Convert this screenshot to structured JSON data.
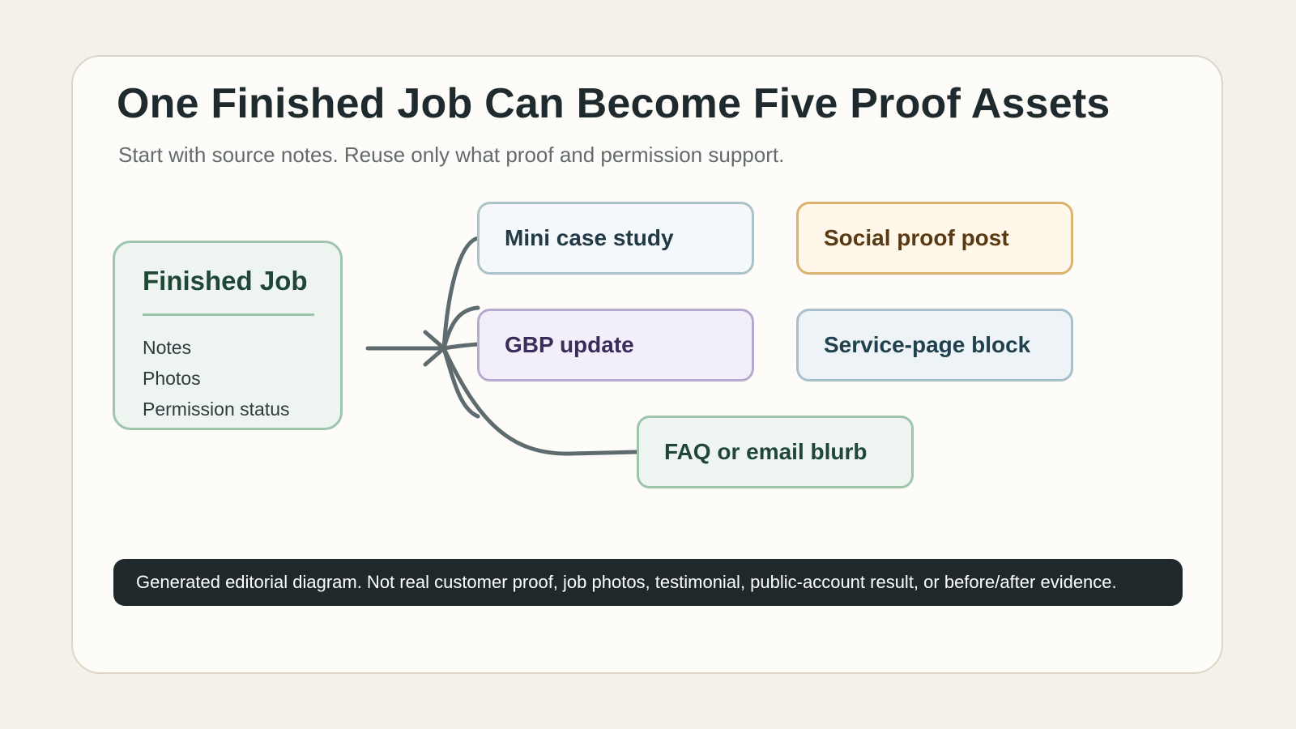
{
  "title": "One Finished Job Can Become Five Proof Assets",
  "subtitle": "Start with source notes. Reuse only what proof and permission support.",
  "source": {
    "title": "Finished Job",
    "items": [
      "Notes",
      "Photos",
      "Permission status"
    ]
  },
  "outputs": {
    "mini_case_study": "Mini case study",
    "social_proof_post": "Social proof post",
    "gbp_update": "GBP update",
    "service_page_block": "Service-page block",
    "faq_email_blurb": "FAQ or email blurb"
  },
  "disclaimer": "Generated editorial diagram. Not real customer proof, job photos, testimonial, public-account result, or before/after evidence.",
  "colors": {
    "background": "#f4f1ea",
    "card": "#fdfcf8",
    "connector": "#5f6c6f",
    "green_border": "#9ec5ac",
    "amber_border": "#dbb36f",
    "purple_border": "#b7aad1",
    "blue_border": "#a9c0cc",
    "disclaimer_bg": "#1f292c"
  }
}
